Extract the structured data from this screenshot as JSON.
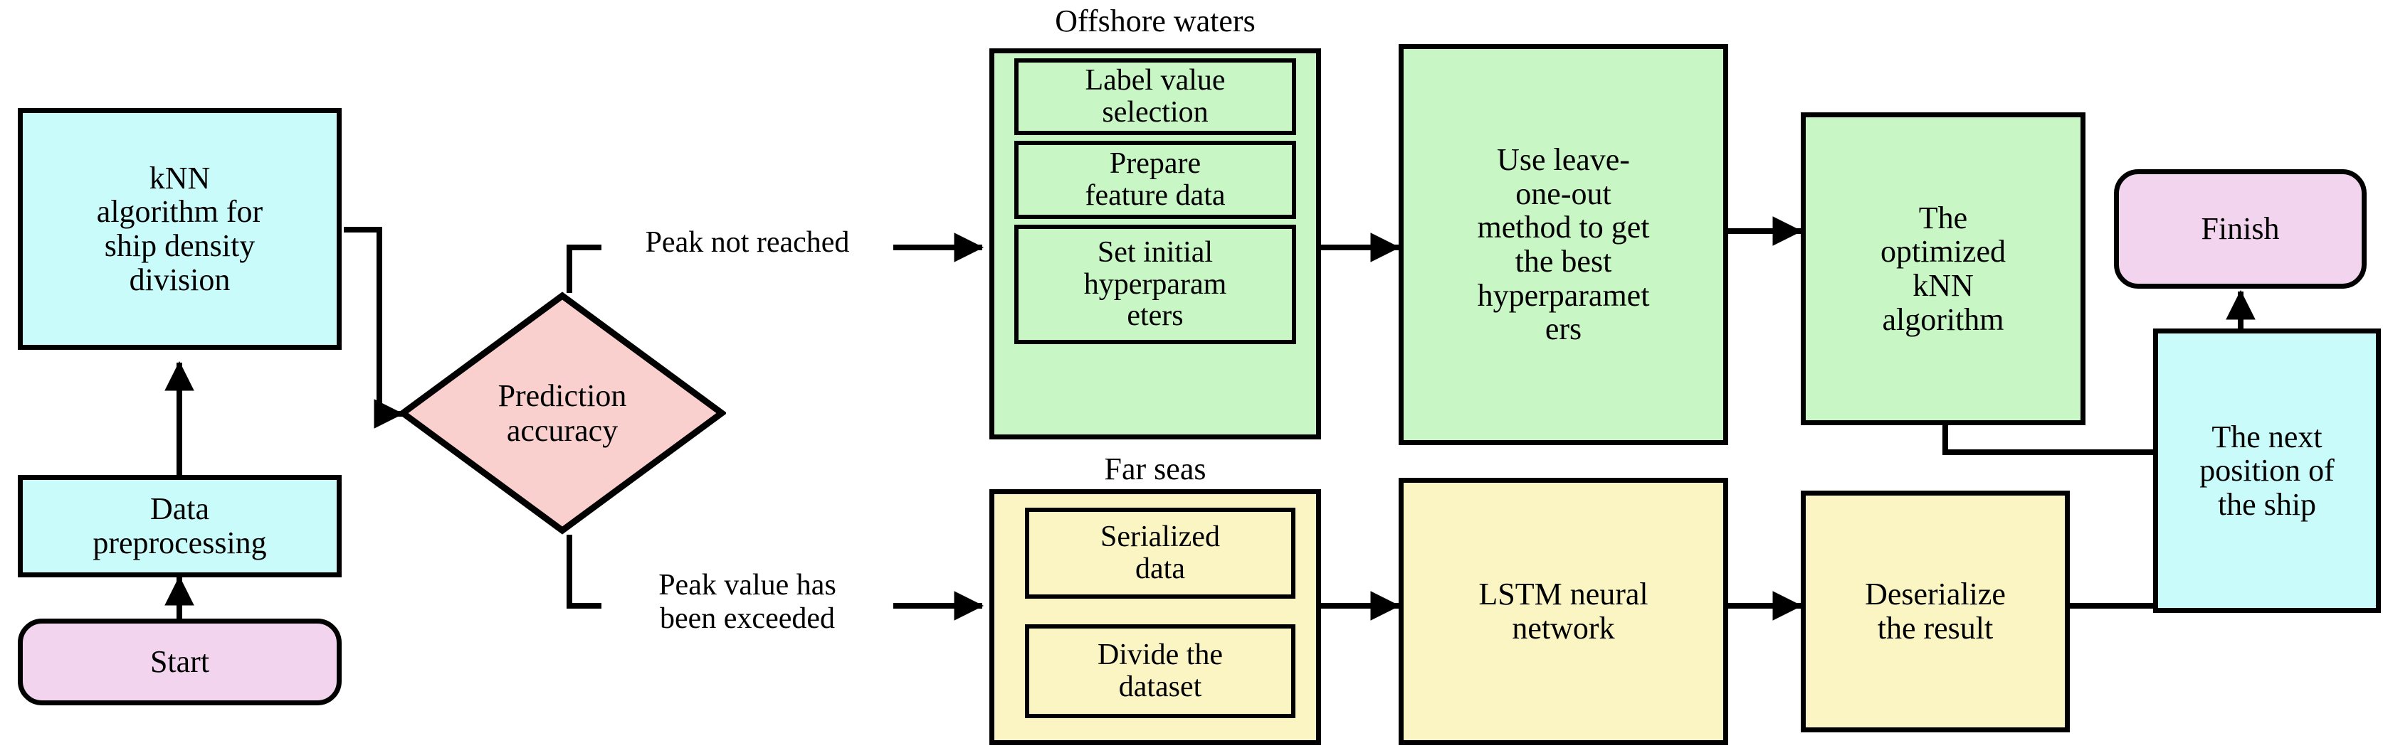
{
  "diagram": {
    "title_hidden": "",
    "colors": {
      "cyan": "#C9FBFB",
      "pink_terminal": "#F2D4EF",
      "pink_decision": "#FAD0CE",
      "green": "#C8F7C5",
      "yellow": "#FBF5C3",
      "stroke": "#000000",
      "background": "#FFFFFF"
    }
  },
  "nodes": {
    "start": {
      "label": "Start",
      "shape": "rounded-terminal",
      "color": "#F2D4EF"
    },
    "data_preprocessing": {
      "label": "Data\npreprocessing",
      "shape": "rect",
      "color": "#C9FBFB"
    },
    "knn_density": {
      "label": "kNN\nalgorithm for\nship density\ndivision",
      "shape": "rect",
      "color": "#C9FBFB"
    },
    "prediction_accuracy": {
      "label": "Prediction\naccuracy",
      "shape": "diamond",
      "color": "#FAD0CE"
    },
    "leave_one_out": {
      "label": "Use leave-\none-out\nmethod to get\nthe best\nhyperparamet\ners",
      "shape": "rect",
      "color": "#C8F7C5"
    },
    "optimized_knn": {
      "label": "The\noptimized\nkNN\nalgorithm",
      "shape": "rect",
      "color": "#C8F7C5"
    },
    "lstm": {
      "label": "LSTM neural\nnetwork",
      "shape": "rect",
      "color": "#FBF5C3"
    },
    "deserialize": {
      "label": "Deserialize\nthe result",
      "shape": "rect",
      "color": "#FBF5C3"
    },
    "next_position": {
      "label": "The next\nposition of\nthe ship",
      "shape": "rect",
      "color": "#C9FBFB"
    },
    "finish": {
      "label": "Finish",
      "shape": "rounded-terminal",
      "color": "#F2D4EF"
    }
  },
  "groups": [
    {
      "id": "offshore_waters",
      "title": "Offshore waters",
      "color": "#C8F7C5",
      "items": [
        {
          "label": "Label value\nselection"
        },
        {
          "label": "Prepare\nfeature data"
        },
        {
          "label": "Set initial\nhyperparam\neters"
        }
      ]
    },
    {
      "id": "far_seas",
      "title": "Far seas",
      "color": "#FBF5C3",
      "items": [
        {
          "label": "Serialized\ndata"
        },
        {
          "label": "Divide the\ndataset"
        }
      ]
    }
  ],
  "edge_labels": {
    "peak_not_reached": "Peak not reached",
    "peak_exceeded": "Peak value has\nbeen exceeded"
  }
}
